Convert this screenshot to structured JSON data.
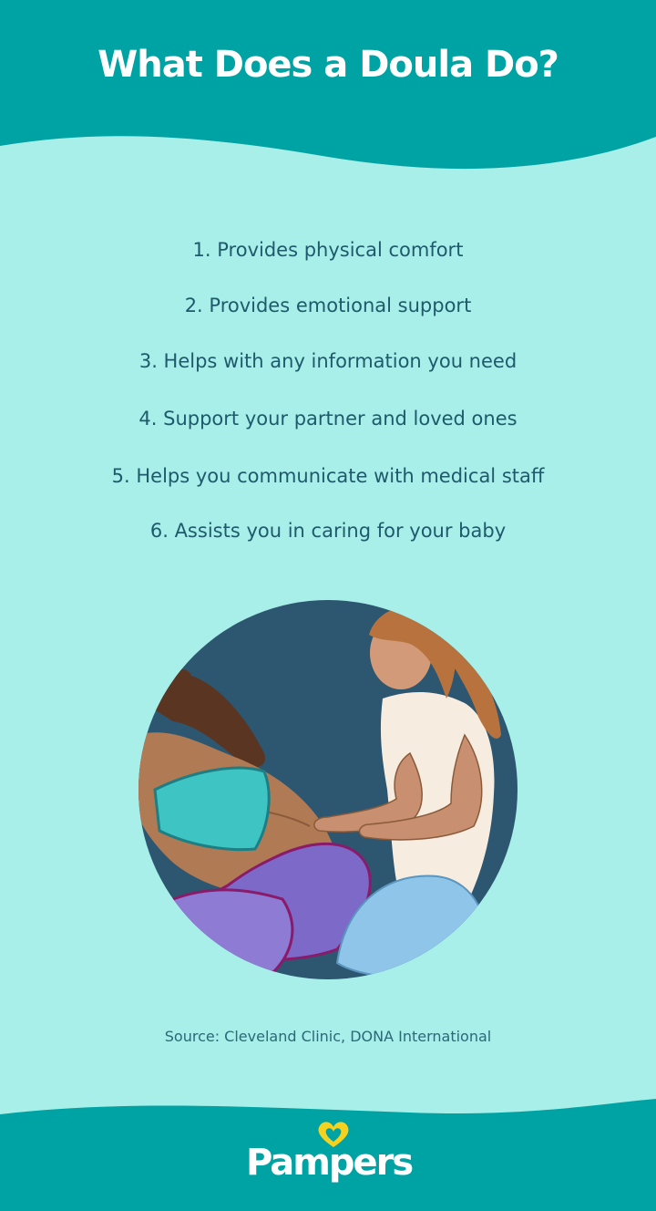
{
  "header": {
    "title": "What Does a Doula Do?"
  },
  "items": [
    "1. Provides physical comfort",
    "2. Provides emotional support",
    "3. Helps with any information you need",
    "4. Support your partner and loved ones",
    "5. Helps you communicate with medical staff",
    "6. Assists you in caring for your baby"
  ],
  "illustration": {
    "description_icon": "doula-illustration-icon"
  },
  "source": "Source: Cleveland Clinic, DONA International",
  "footer": {
    "brand": "Pampers",
    "logo_icon": "heart-logo-icon"
  },
  "colors": {
    "teal": "#00a3a3",
    "mint": "#a8efe9",
    "text": "#1e5a6b",
    "circle": "#2d5670"
  }
}
